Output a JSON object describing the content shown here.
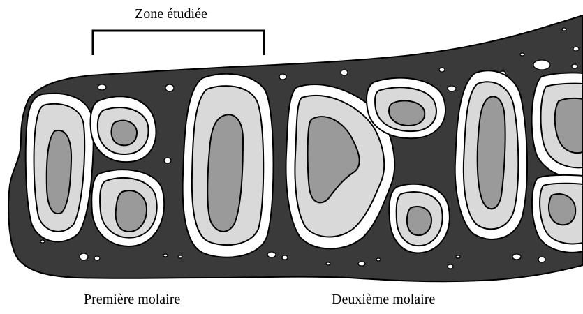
{
  "labels": {
    "zone": "Zone étudiée",
    "first_molar": "Première molaire",
    "second_molar": "Deuxième molaire"
  },
  "colors": {
    "bone": "#3a3a3a",
    "outer_tissue": "#d9d9d9",
    "inner_core": "#9a9a9a",
    "background": "#ffffff",
    "outline": "#000000"
  }
}
